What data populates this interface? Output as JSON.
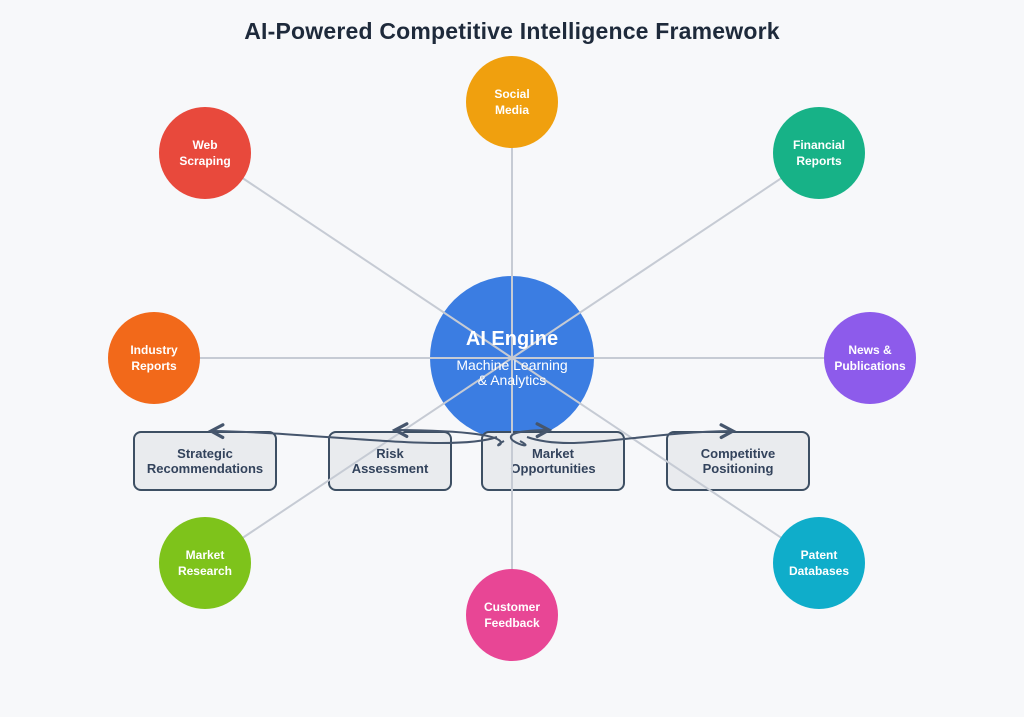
{
  "title": "AI-Powered Competitive Intelligence Framework",
  "center_node": {
    "title": "AI Engine",
    "subtitle": [
      "Machine Learning",
      "& Analytics"
    ],
    "color": "#3b7de2"
  },
  "source_nodes": [
    {
      "name": "social-media",
      "label": [
        "Social",
        "Media"
      ],
      "color": "#f0a00e"
    },
    {
      "name": "web-scraping",
      "label": [
        "Web",
        "Scraping"
      ],
      "color": "#e8493c"
    },
    {
      "name": "financial-reports",
      "label": [
        "Financial",
        "Reports"
      ],
      "color": "#17b287"
    },
    {
      "name": "industry-reports",
      "label": [
        "Industry",
        "Reports"
      ],
      "color": "#f2691a"
    },
    {
      "name": "news-publications",
      "label": [
        "News &",
        "Publications"
      ],
      "color": "#8d5beb"
    },
    {
      "name": "market-research",
      "label": [
        "Market",
        "Research"
      ],
      "color": "#7ec31b"
    },
    {
      "name": "customer-feedback",
      "label": [
        "Customer",
        "Feedback"
      ],
      "color": "#e84695"
    },
    {
      "name": "patent-databases",
      "label": [
        "Patent",
        "Databases"
      ],
      "color": "#0fadca"
    }
  ],
  "output_nodes": [
    {
      "name": "strategic-recommendations",
      "label": [
        "Strategic",
        "Recommendations"
      ]
    },
    {
      "name": "risk-assessment",
      "label": [
        "Risk",
        "Assessment"
      ]
    },
    {
      "name": "market-opportunities",
      "label": [
        "Market",
        "Opportunities"
      ]
    },
    {
      "name": "competitive-positioning",
      "label": [
        "Competitive",
        "Positioning"
      ]
    }
  ],
  "colors": {
    "background": "#f7f8fa",
    "title_text": "#1e2a3b",
    "connector_line": "#c6cbd4",
    "arrow_line": "#46566d",
    "output_fill": "#e9ebee",
    "output_border": "#3d4f63",
    "output_text": "#33435c"
  }
}
